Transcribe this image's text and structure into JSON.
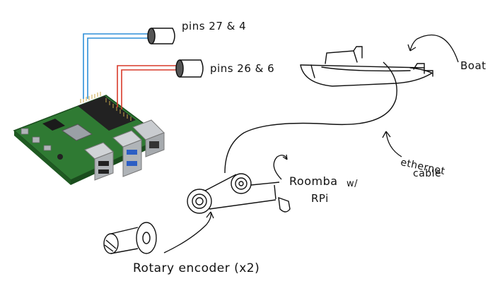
{
  "labels": {
    "pins_top": "pins 27 & 4",
    "pins_bottom": "pins 26 & 6",
    "boat": "Boat",
    "ethernet_line1": "ethernet",
    "ethernet_line2": "cable",
    "roomba_line1": "Roomba",
    "roomba_with": "w/",
    "roomba_line2": "RPi",
    "rotary": "Rotary encoder (x2)"
  },
  "colors": {
    "wire_blue": "#2f8fd8",
    "wire_red": "#d83a2a",
    "ink": "#111111",
    "board_green": "#3d8b3a",
    "board_dark": "#1f5a22",
    "metal": "#b8bcc0",
    "usb_blue": "#2d5fc4"
  }
}
